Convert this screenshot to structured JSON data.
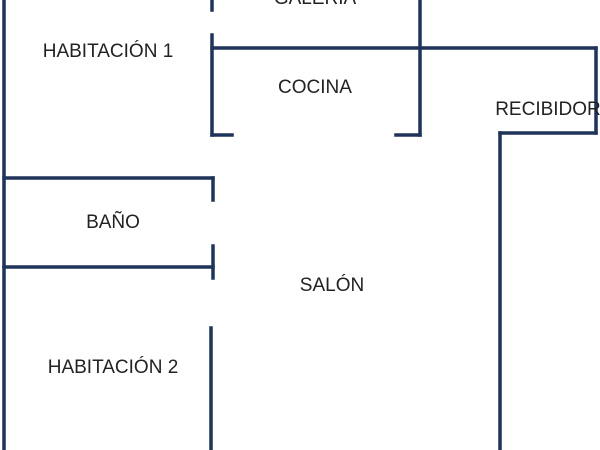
{
  "floorplan": {
    "wall_color": "#1f3458",
    "rooms": {
      "galeria": "GALERIA",
      "habitacion1": "HABITACIÓN 1",
      "cocina": "COCINA",
      "recibidor": "RECIBIDOR",
      "bano": "BAÑO",
      "salon": "SALÓN",
      "habitacion2": "HABITACIÓN 2"
    }
  }
}
